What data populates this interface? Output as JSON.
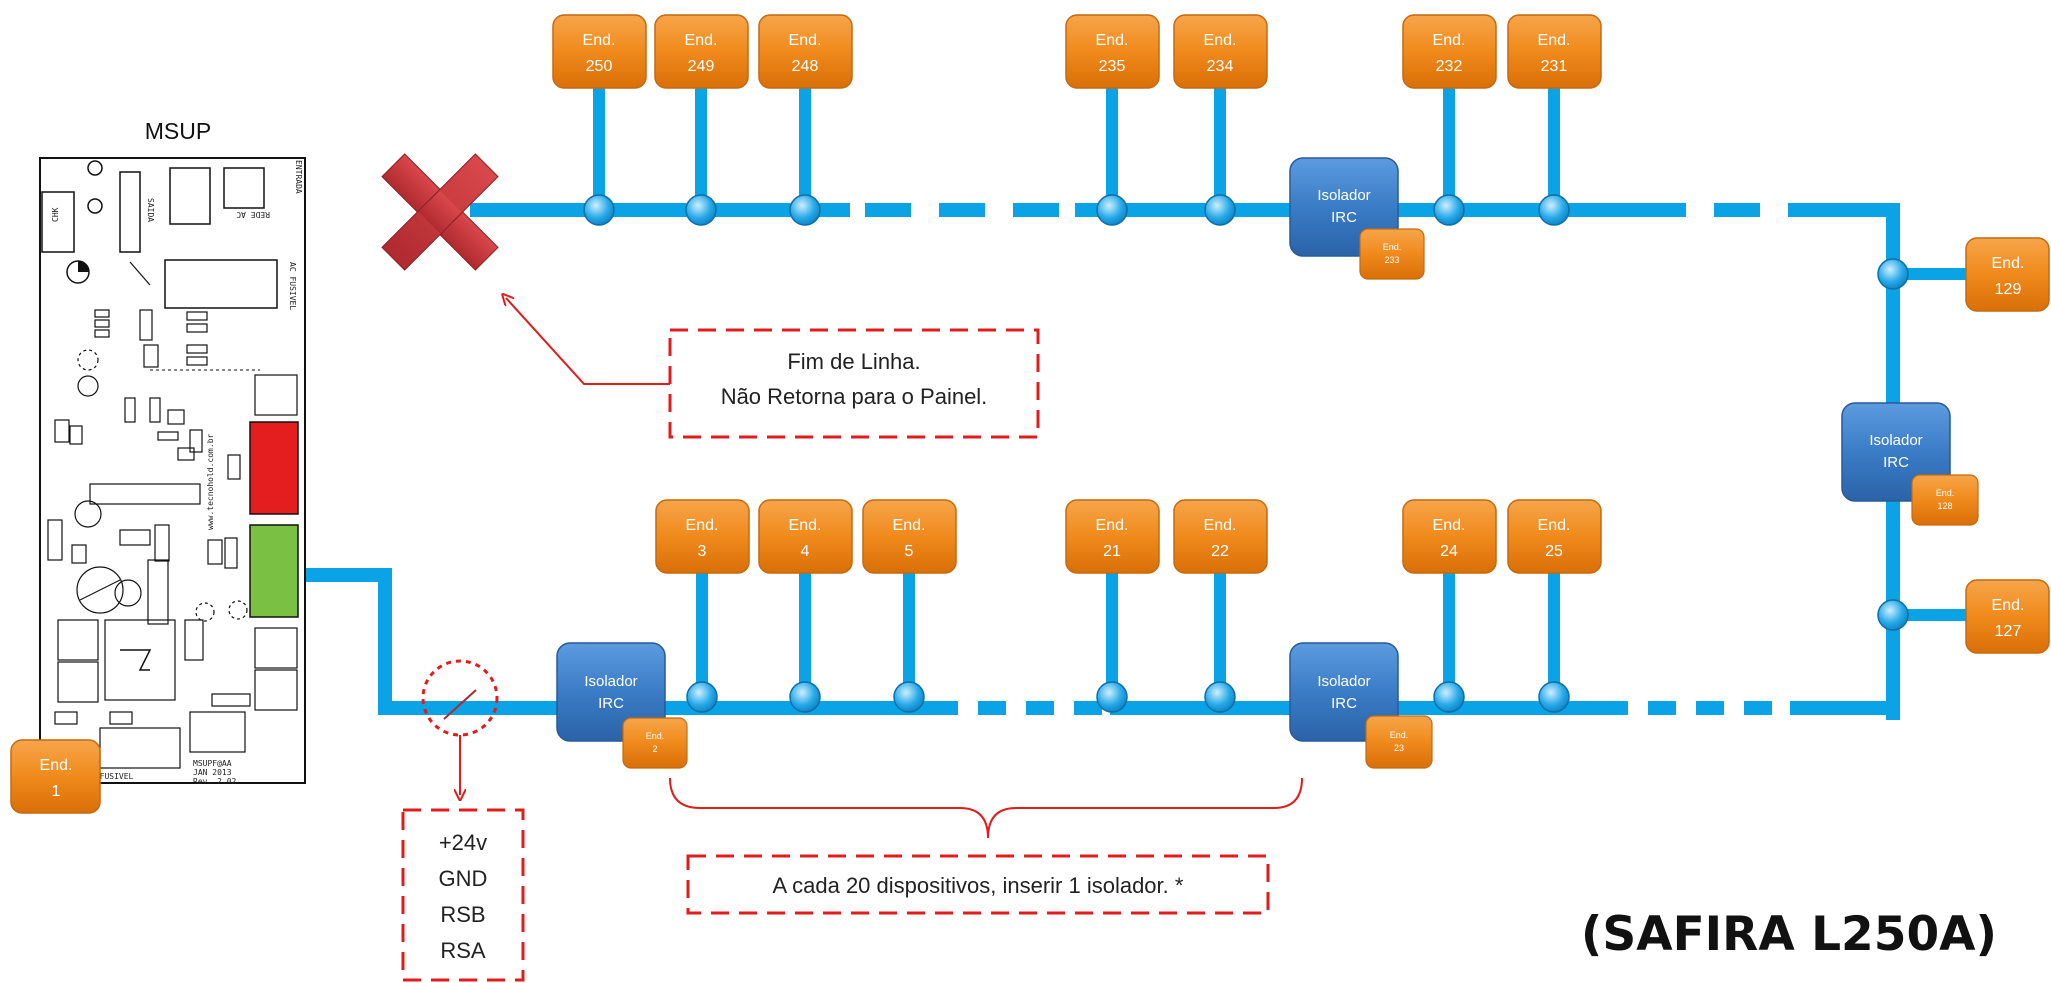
{
  "title": "(SAFIRA L250A)",
  "panel": {
    "label": "MSUP",
    "board_texts": {
      "saida": "SAIDA",
      "entrada": "ENTRADA",
      "rede_ac": "REDE AC",
      "ac_fusivel": "AC FUSIVEL",
      "c_fusivel": "C FUSIVEL",
      "url": "www.tecnohold.com.br",
      "model": "MSUPF@AA",
      "date": "JAN 2013",
      "rev": "Rev. 2.02",
      "chk": "CHK"
    }
  },
  "module_colors": {
    "orange": "#F08A1C",
    "blue": "#3A7CC6",
    "line": "#0AA3E6",
    "warning": "#E21B1B",
    "red_block": "#E41E1E",
    "green_block": "#7AC143"
  },
  "end_of_line_note": {
    "line1": "Fim de Linha.",
    "line2": "Não Retorna para o Painel."
  },
  "wiring_note": {
    "line1": "+24v",
    "line2": "GND",
    "line3": "RSB",
    "line4": "RSA"
  },
  "isolator_note": "A cada 20 dispositivos, inserir 1 isolador. *",
  "device_prefix": "End.",
  "devices_top": [
    "250",
    "249",
    "248",
    "235",
    "234",
    "232",
    "231"
  ],
  "devices_bottom": [
    "3",
    "4",
    "5",
    "21",
    "22",
    "24",
    "25"
  ],
  "devices_right": [
    "129",
    "127"
  ],
  "device_panel": "1",
  "isolators": [
    {
      "label1": "Isolador",
      "label2": "IRC",
      "end": "233"
    },
    {
      "label1": "Isolador",
      "label2": "IRC",
      "end": "128"
    },
    {
      "label1": "Isolador",
      "label2": "IRC",
      "end": "2"
    },
    {
      "label1": "Isolador",
      "label2": "IRC",
      "end": "23"
    }
  ]
}
